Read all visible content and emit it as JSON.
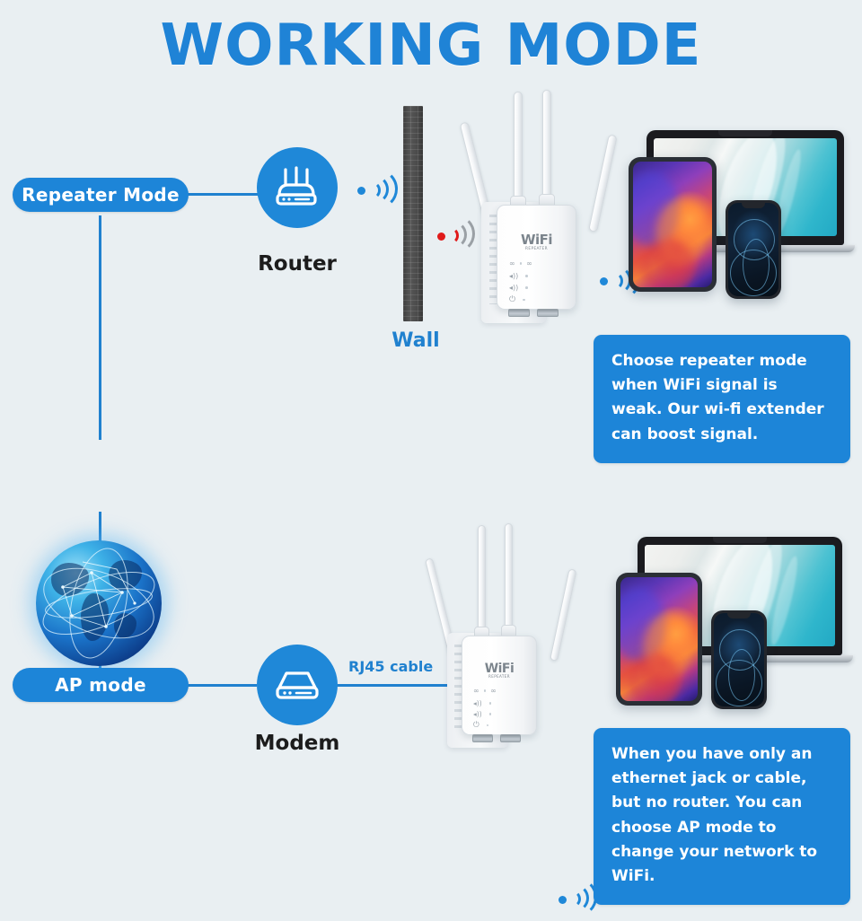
{
  "page": {
    "title": "WORKING MODE",
    "background_color": "#e9eff2",
    "accent_color": "#1d85d8",
    "title_color": "#1f83d6",
    "line_color": "#2081cf",
    "signal_weak_color": "#e01b1b",
    "signal_blocked_color": "#9aa0a5"
  },
  "modes": [
    {
      "id": "repeater",
      "pill_label": "Repeater Mode",
      "source_icon_name": "router-icon",
      "source_caption": "Router",
      "obstacle_label": "Wall",
      "device_brand_main": "WiFi",
      "device_brand_sub": "REPEATER",
      "description": "Choose repeater mode when WiFi signal is weak. Our wi-fi extender can boost signal."
    },
    {
      "id": "ap",
      "pill_label": "AP mode",
      "source_icon_name": "modem-icon",
      "source_caption": "Modem",
      "cable_label": "RJ45 cable",
      "device_brand_main": "WiFi",
      "device_brand_sub": "REPEATER",
      "description": "When you have only an ethernet jack or cable, but no router. You can choose AP mode to change your network to WiFi."
    }
  ],
  "icons": {
    "globe": "globe-network-icon",
    "wifi_strong": "wifi-signal-strong-icon",
    "wifi_weak": "wifi-signal-weak-icon",
    "laptop": "laptop-icon",
    "tablet": "tablet-icon",
    "phone": "smartphone-icon"
  }
}
